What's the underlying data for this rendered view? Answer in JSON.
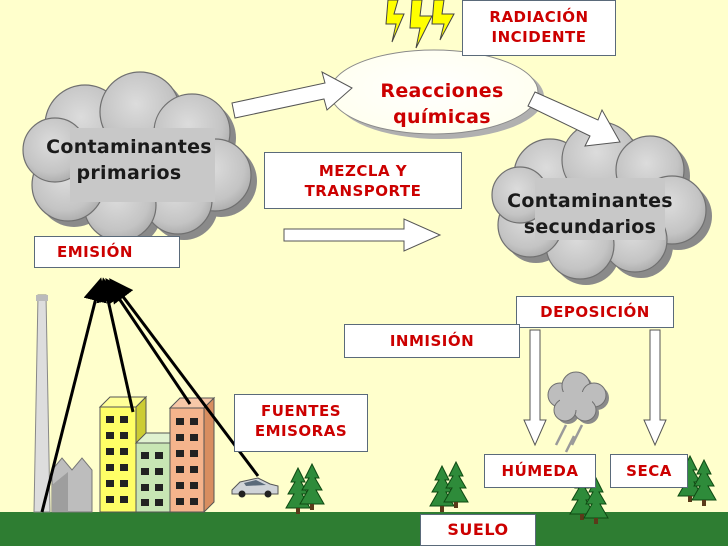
{
  "nodes": {
    "contaminantes_primarios": "Contaminantes primarios",
    "contaminantes_secundarios": "Contaminantes secundarios",
    "reacciones_quimicas": "Reacciones químicas"
  },
  "labels": {
    "radiacion_incidente": "RADIACIÓN INCIDENTE",
    "mezcla_transporte": "MEZCLA Y TRANSPORTE",
    "emision": "EMISIÓN",
    "deposicion": "DEPOSICIÓN",
    "inmision": "INMISIÓN",
    "fuentes_emisoras": "FUENTES EMISORAS",
    "humeda": "HÚMEDA",
    "seca": "SECA",
    "suelo": "SUELO"
  },
  "colors": {
    "background": "#ffffcc",
    "cloud_fill": "#c0c0c0",
    "label_text": "#cc0000",
    "ground": "#2e7d32",
    "building_orange": "#f5b48c",
    "building_yellow": "#ffff66",
    "building_green": "#c8e6b4",
    "lightning": "#ffff00"
  }
}
